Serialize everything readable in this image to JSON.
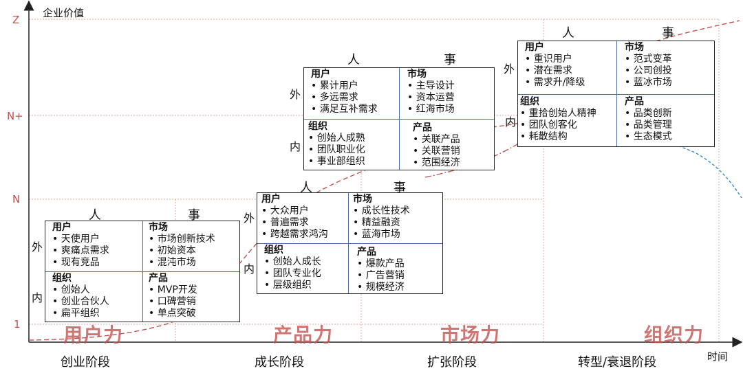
{
  "axes": {
    "y_title": "企业价值",
    "x_title": "时间",
    "y_ticks": [
      "Z",
      "N+",
      "N",
      "1"
    ]
  },
  "stages": [
    "创业阶段",
    "成长阶段",
    "扩张阶段",
    "转型/衰退阶段"
  ],
  "forces": [
    "用户力",
    "产品力",
    "市场力",
    "组织力"
  ],
  "labels": {
    "person": "人",
    "thing": "事",
    "outer": "外",
    "inner": "内"
  },
  "boxes": [
    {
      "users": {
        "title": "用户",
        "items": [
          "天使用户",
          "爽痛点需求",
          "现有竞品"
        ]
      },
      "market": {
        "title": "市场",
        "items": [
          "市场创新技术",
          "初始资本",
          "混沌市场"
        ]
      },
      "org": {
        "title": "组织",
        "items": [
          "创始人",
          "创业合伙人",
          "扁平组织"
        ]
      },
      "product": {
        "title": "产品",
        "items": [
          "MVP开发",
          "口碑营销",
          "单点突破"
        ]
      }
    },
    {
      "users": {
        "title": "用户",
        "items": [
          "大众用户",
          "普遍需求",
          "跨越需求鸿沟"
        ]
      },
      "market": {
        "title": "市场",
        "items": [
          "成长性技术",
          "精益融资",
          "蓝海市场"
        ]
      },
      "org": {
        "title": "组织",
        "items": [
          "创始人成长",
          "团队专业化",
          "层级组织"
        ]
      },
      "product": {
        "title": "产品",
        "items": [
          "爆款产品",
          "广告营销",
          "规模经济"
        ]
      }
    },
    {
      "users": {
        "title": "用户",
        "items": [
          "累计用户",
          "多远需求",
          "满足互补需求"
        ]
      },
      "market": {
        "title": "市场",
        "items": [
          "主导设计",
          "资本运营",
          "红海市场"
        ]
      },
      "org": {
        "title": "组织",
        "items": [
          "创始人成熟",
          "团队职业化",
          "事业部组织"
        ]
      },
      "product": {
        "title": "产品",
        "items": [
          "关联产品",
          "关联营销",
          "范围经济"
        ]
      }
    },
    {
      "users": {
        "title": "用户",
        "items": [
          "重识用户",
          "潜在需求",
          "需求升/降级"
        ]
      },
      "market": {
        "title": "市场",
        "items": [
          "范式变革",
          "公司创投",
          "蓝冰市场"
        ]
      },
      "org": {
        "title": "组织",
        "items": [
          "重拾创始人精神",
          "团队创客化",
          "耗散结构"
        ]
      },
      "product": {
        "title": "产品",
        "items": [
          "品类创新",
          "品类管理",
          "生态模式"
        ]
      }
    }
  ],
  "colors": {
    "accent": "#c0504d",
    "grid": "#e3a49e",
    "decline": "#2e8bd0",
    "divider": "#4a6fa0"
  }
}
